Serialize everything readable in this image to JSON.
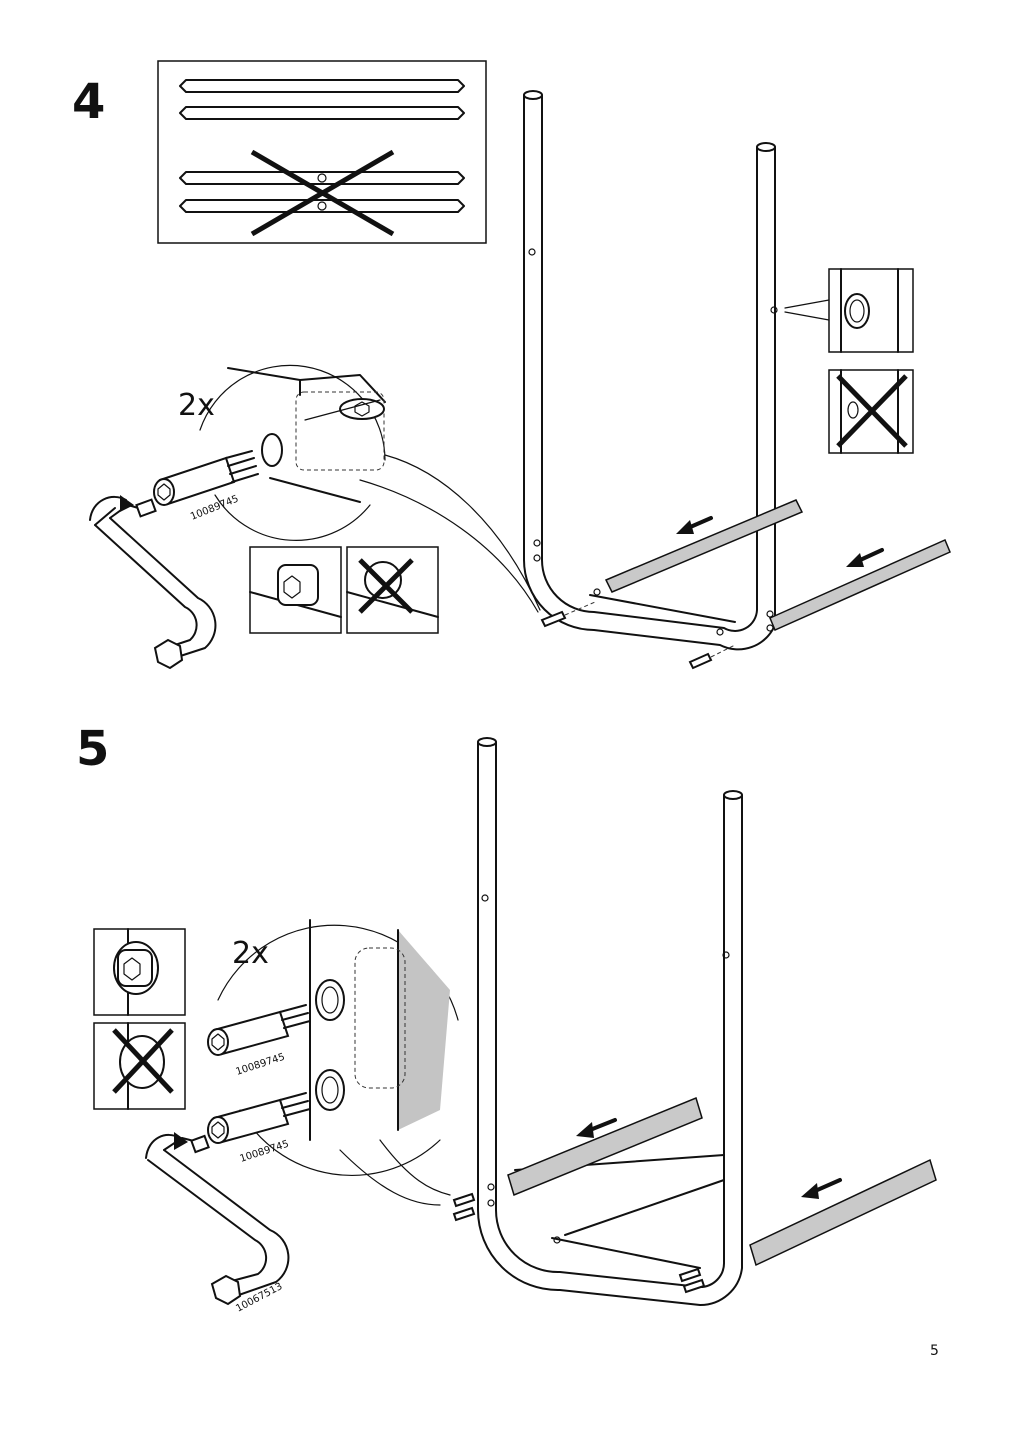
{
  "steps": [
    {
      "number": "4",
      "count": "2x",
      "part_number": "10089745"
    },
    {
      "number": "5",
      "count": "2x",
      "part_numbers": [
        "10089745",
        "10089745"
      ],
      "tool_number": "10067513"
    }
  ],
  "page_number": "5",
  "colors": {
    "line": "#111111",
    "rail_fill": "#c9c9c9",
    "background": "#ffffff"
  },
  "icons": [
    "hex-key-icon",
    "rotation-arrow-icon",
    "direction-arrow-icon",
    "cross-icon"
  ]
}
